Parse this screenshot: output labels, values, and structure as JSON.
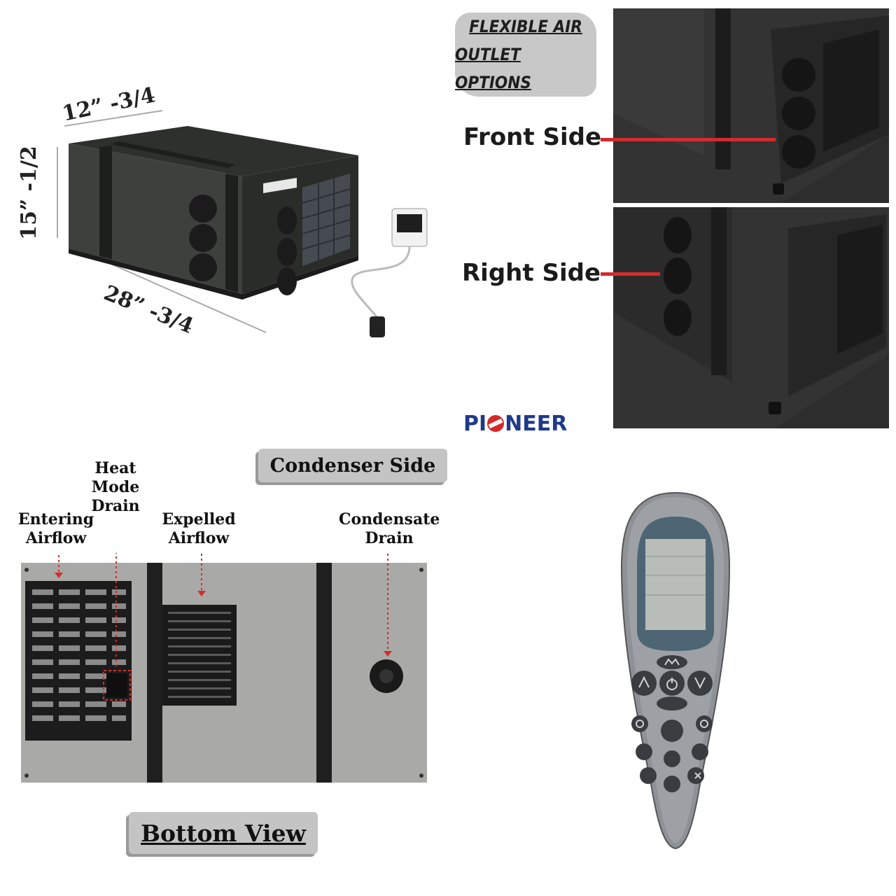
{
  "dimensions": {
    "width": "12” -3/4",
    "height": "15” -1/2",
    "length": "28” -3/4"
  },
  "outlet_badge": {
    "line1": "FLEXIBLE AIR",
    "line2": "OUTLET OPTIONS"
  },
  "sides": {
    "front": "Front Side",
    "right": "Right Side"
  },
  "brand": {
    "prefix": "PI",
    "suffix": "NEER"
  },
  "condenser_badge": "Condenser Side",
  "annotations": {
    "heat_mode_drain_1": "Heat Mode",
    "heat_mode_drain_2": "Drain",
    "entering_airflow_1": "Entering",
    "entering_airflow_2": "Airflow",
    "expelled_airflow_1": "Expelled",
    "expelled_airflow_2": "Airflow",
    "condensate_drain_1": "Condensate",
    "condensate_drain_2": "Drain"
  },
  "bottom_view_badge": "Bottom View",
  "colors": {
    "unit_dark": "#3b3d3b",
    "arrow_red": "#d42b2b",
    "brand_blue": "#1f3a8a",
    "brand_red": "#d62828",
    "badge_gray": "#c4c4c4"
  },
  "icons": [
    "power-icon",
    "mode-icon",
    "up-arrow-icon",
    "down-arrow-icon",
    "fan-icon",
    "timer-icon",
    "light-icon",
    "close-icon"
  ]
}
